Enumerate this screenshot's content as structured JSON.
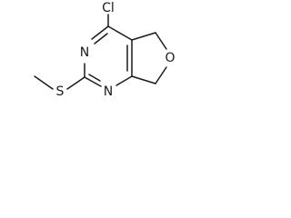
{
  "structure": {
    "atoms": {
      "chlorine": "Cl",
      "nitrogen_top": "N",
      "nitrogen_bottom": "N",
      "sulfur": "S",
      "oxygen": "O"
    }
  }
}
